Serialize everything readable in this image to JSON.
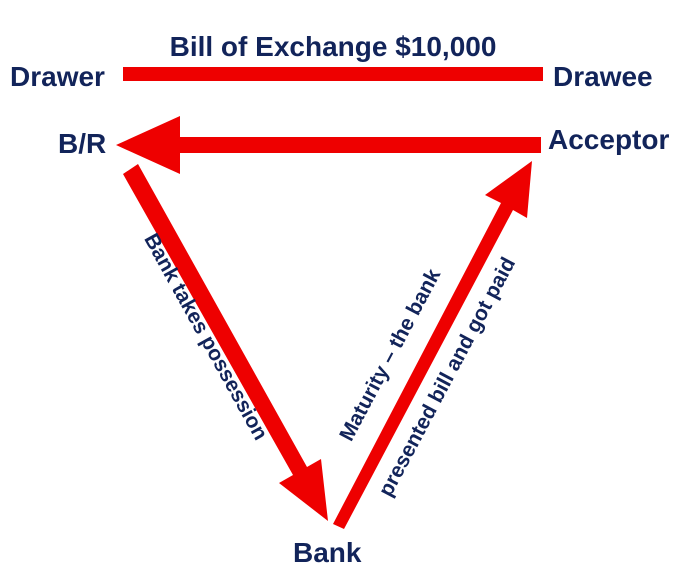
{
  "diagram": {
    "title": "Bill of Exchange $10,000",
    "nodes": {
      "drawer": "Drawer",
      "drawee": "Drawee",
      "br": "B/R",
      "acceptor": "Acceptor",
      "bank": "Bank"
    },
    "edges": {
      "left": "Bank takes possession",
      "right_line1": "Maturity – the bank",
      "right_line2": "presented bill and got paid"
    },
    "colors": {
      "arrow": "#ee0000",
      "text": "#12245a"
    }
  }
}
